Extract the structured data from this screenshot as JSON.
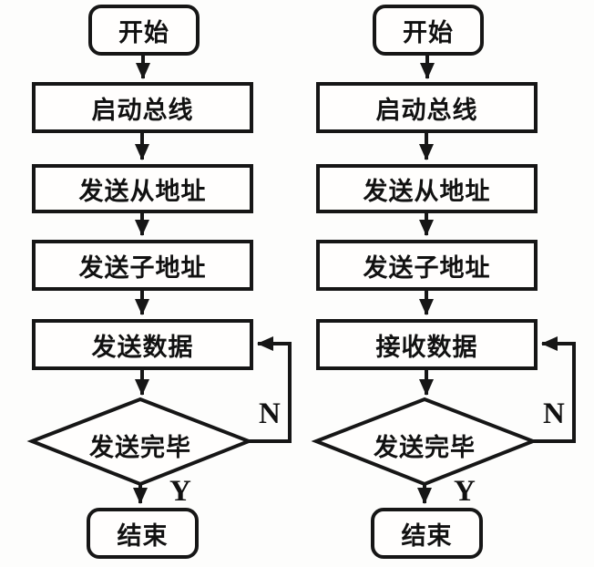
{
  "page": {
    "background": "#fdfdfc",
    "ink": "#161616"
  },
  "charts": [
    {
      "name": "send-data-flow",
      "start": {
        "label": "开始"
      },
      "steps": [
        {
          "label": "启动总线"
        },
        {
          "label": "发送从地址"
        },
        {
          "label": "发送子地址"
        },
        {
          "label": "发送数据"
        }
      ],
      "decision": {
        "label": "发送完毕"
      },
      "branches": {
        "no": "N",
        "yes": "Y"
      },
      "end": {
        "label": "结束"
      },
      "edges": [
        {
          "from": "开始",
          "to": "启动总线"
        },
        {
          "from": "启动总线",
          "to": "发送从地址"
        },
        {
          "from": "发送从地址",
          "to": "发送子地址"
        },
        {
          "from": "发送子地址",
          "to": "发送数据"
        },
        {
          "from": "发送数据",
          "to": "发送完毕"
        },
        {
          "from": "发送完毕",
          "to": "发送数据",
          "label": "N"
        },
        {
          "from": "发送完毕",
          "to": "结束",
          "label": "Y"
        }
      ]
    },
    {
      "name": "receive-data-flow",
      "start": {
        "label": "开始"
      },
      "steps": [
        {
          "label": "启动总线"
        },
        {
          "label": "发送从地址"
        },
        {
          "label": "发送子地址"
        },
        {
          "label": "接收数据"
        }
      ],
      "decision": {
        "label": "发送完毕"
      },
      "branches": {
        "no": "N",
        "yes": "Y"
      },
      "end": {
        "label": "结束"
      },
      "edges": [
        {
          "from": "开始",
          "to": "启动总线"
        },
        {
          "from": "启动总线",
          "to": "发送从地址"
        },
        {
          "from": "发送从地址",
          "to": "发送子地址"
        },
        {
          "from": "发送子地址",
          "to": "接收数据"
        },
        {
          "from": "接收数据",
          "to": "发送完毕"
        },
        {
          "from": "发送完毕",
          "to": "接收数据",
          "label": "N"
        },
        {
          "from": "发送完毕",
          "to": "结束",
          "label": "Y"
        }
      ]
    }
  ]
}
